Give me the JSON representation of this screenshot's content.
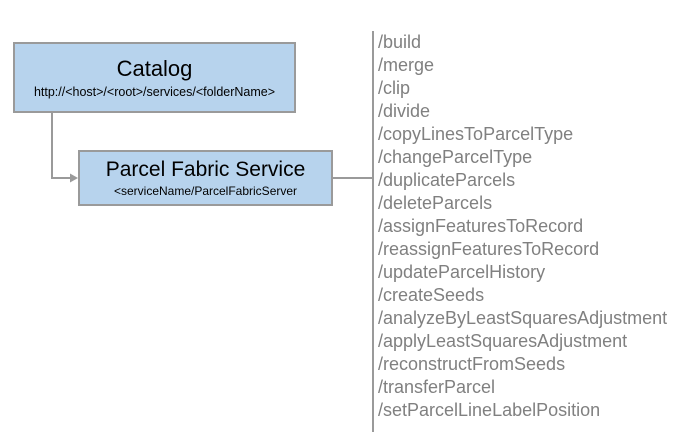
{
  "diagram": {
    "nodes": [
      {
        "id": "catalog",
        "title": "Catalog",
        "subtitle": "http://<host>/<root>/services/<folderName>"
      },
      {
        "id": "parcel-fabric-service",
        "title": "Parcel Fabric Service",
        "subtitle": "<serviceName/ParcelFabricServer"
      }
    ],
    "operations": [
      "/build",
      "/merge",
      "/clip",
      "/divide",
      "/copyLinesToParcelType",
      "/changeParcelType",
      "/duplicateParcels",
      "/deleteParcels",
      "/assignFeaturesToRecord",
      "/reassignFeaturesToRecord",
      "/updateParcelHistory",
      "/createSeeds",
      "/analyzeByLeastSquaresAdjustment",
      "/applyLeastSquaresAdjustment",
      "/reconstructFromSeeds",
      "/transferParcel",
      "/setParcelLineLabelPosition"
    ],
    "colors": {
      "node_fill": "#b7d3ed",
      "node_border": "#9a9a9a",
      "connector": "#9a9a9a",
      "operation_text": "#808080",
      "node_text": "#000000",
      "background": "#ffffff"
    }
  }
}
